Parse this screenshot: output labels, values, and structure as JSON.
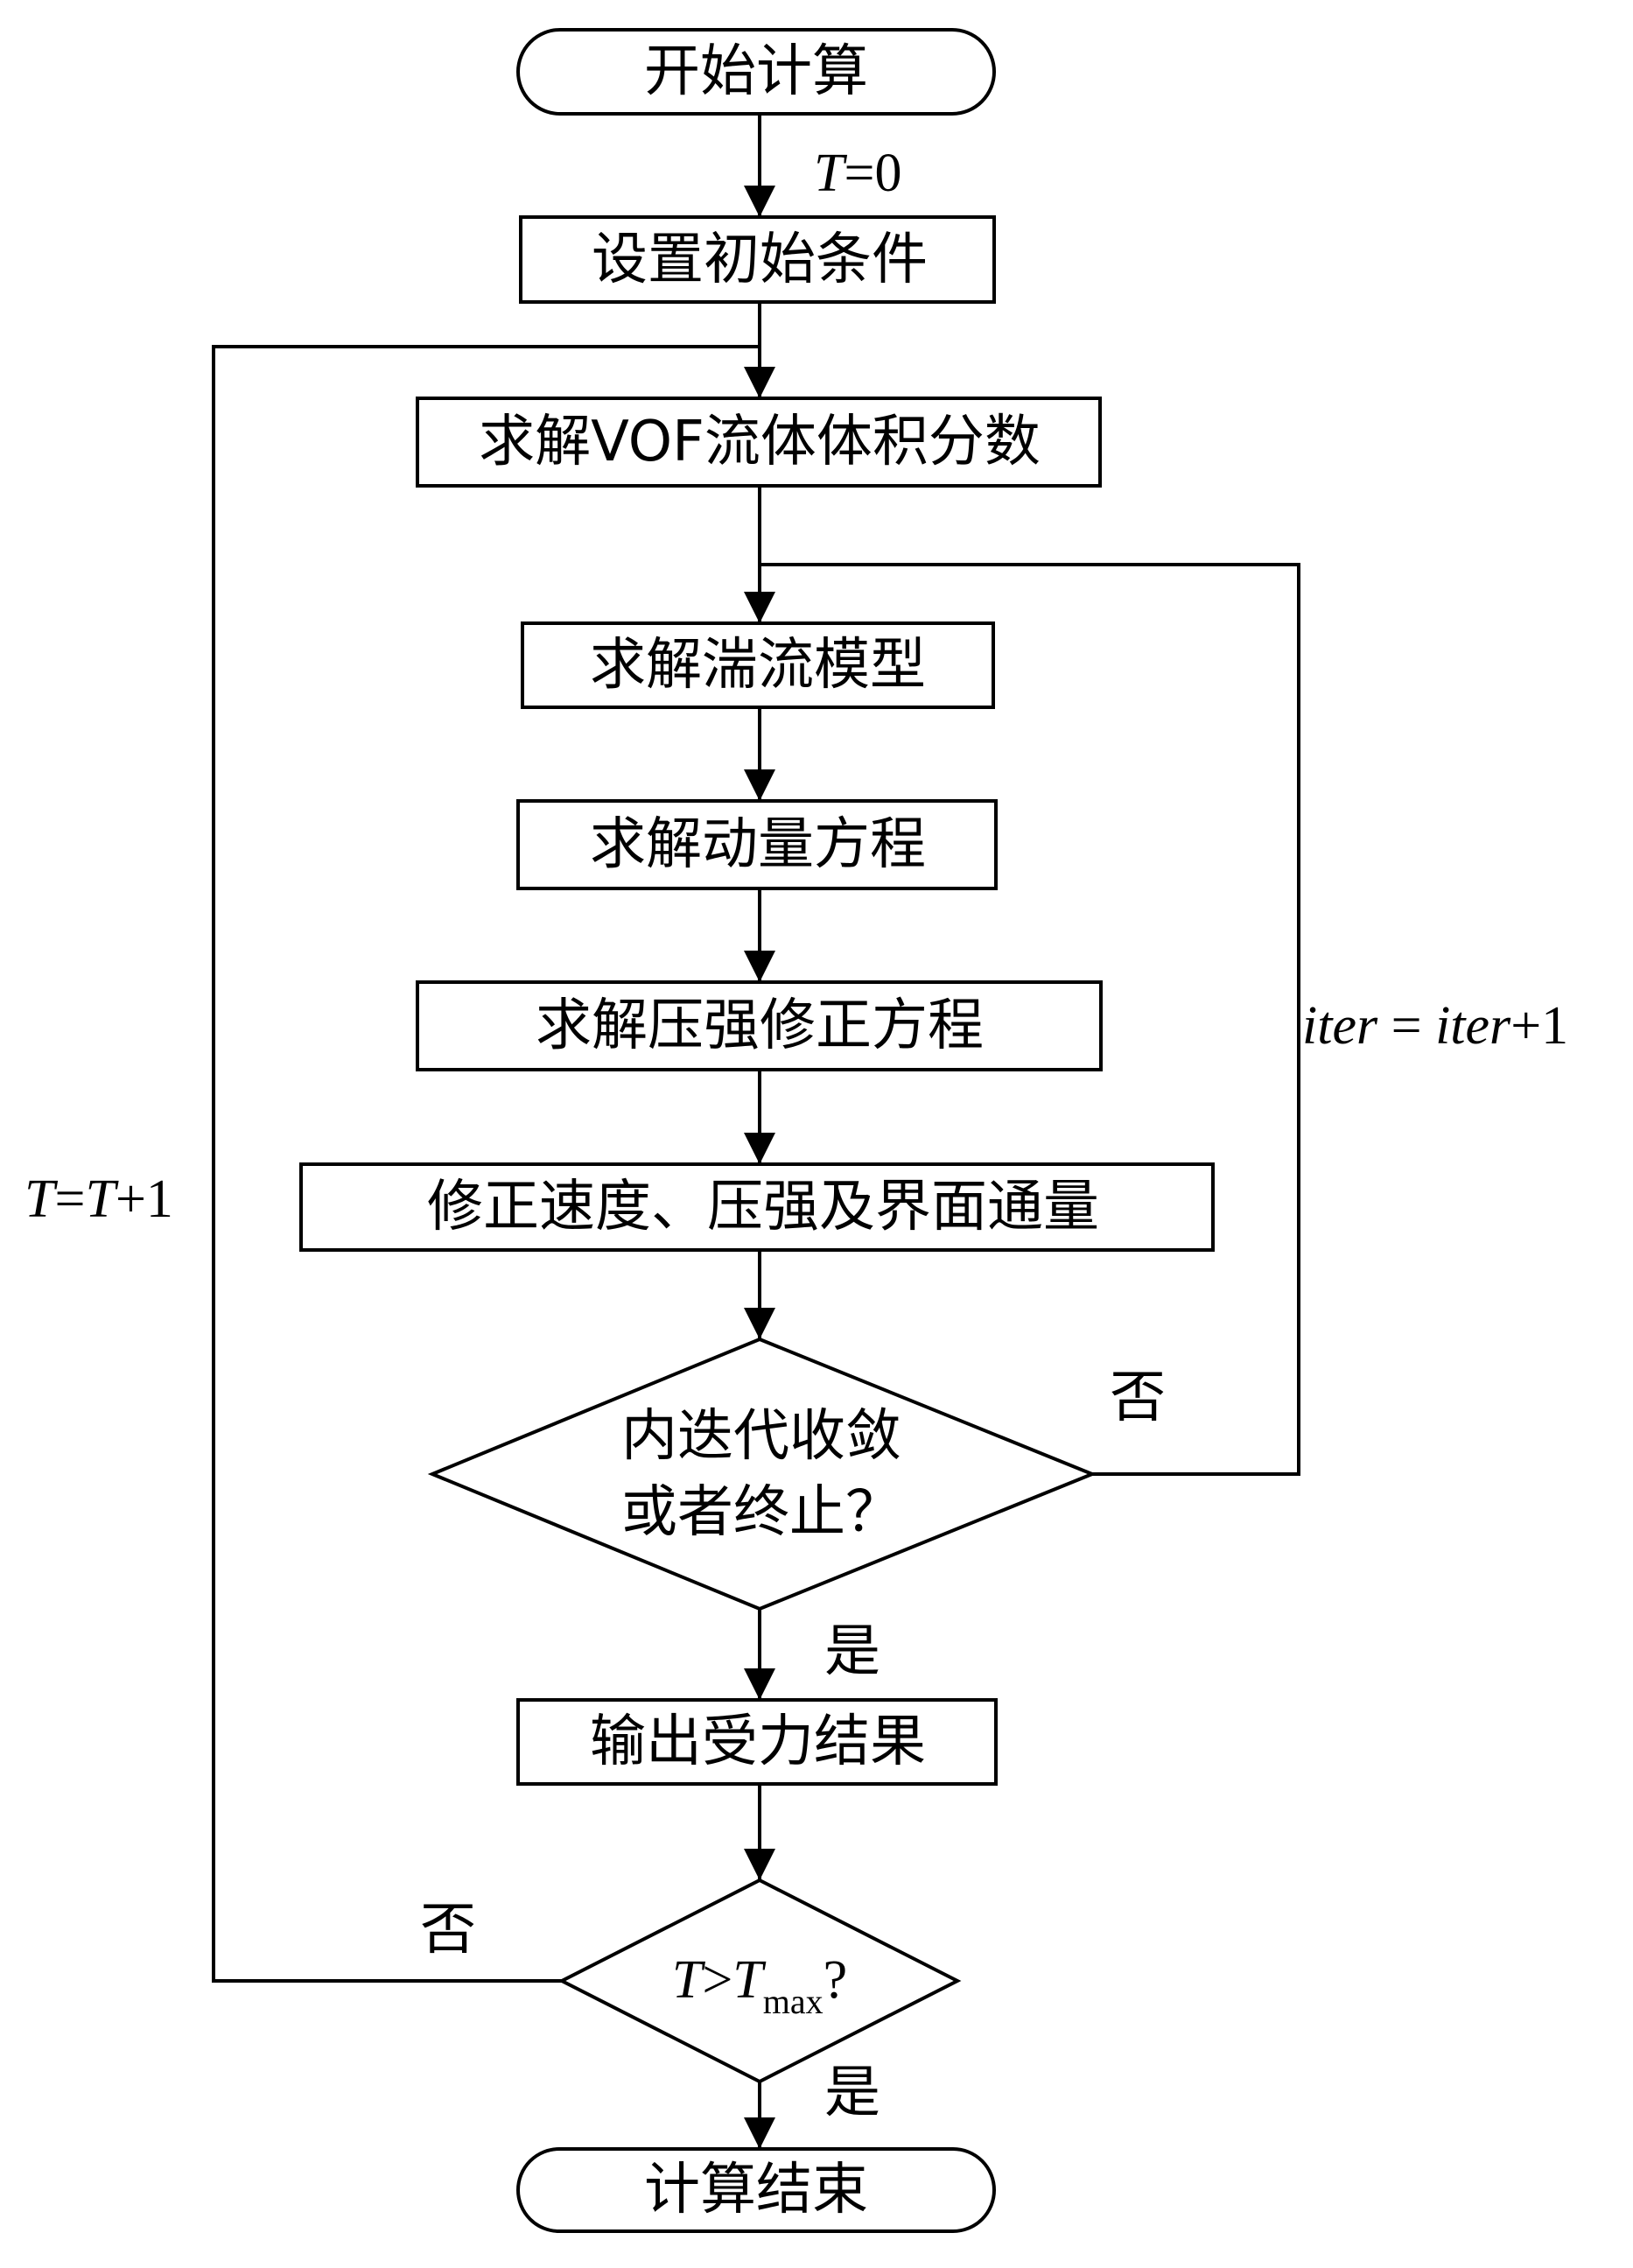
{
  "nodes": {
    "start": "开始计算",
    "init": "设置初始条件",
    "vof": "求解VOF流体体积分数",
    "turb": "求解湍流模型",
    "momentum": "求解动量方程",
    "pressure": "求解压强修正方程",
    "correct": "修正速度、压强及界面通量",
    "converge_line1": "内迭代收敛",
    "converge_line2": "或者终止？",
    "output": "输出受力结果",
    "end": "计算结束"
  },
  "time_check": {
    "left": "T",
    "op": ">",
    "right": "T",
    "sub": "max",
    "q": "?"
  },
  "labels": {
    "t0_var": "T",
    "t0_rest": "=0",
    "tloop_a": "T",
    "tloop_eq": "=",
    "tloop_b": "T",
    "tloop_rest": "+1",
    "iter_a": "iter",
    "iter_eq": " = ",
    "iter_b": "iter",
    "iter_rest": "+1",
    "inner_no": "否",
    "inner_yes": "是",
    "outer_no": "否",
    "outer_yes": "是"
  }
}
